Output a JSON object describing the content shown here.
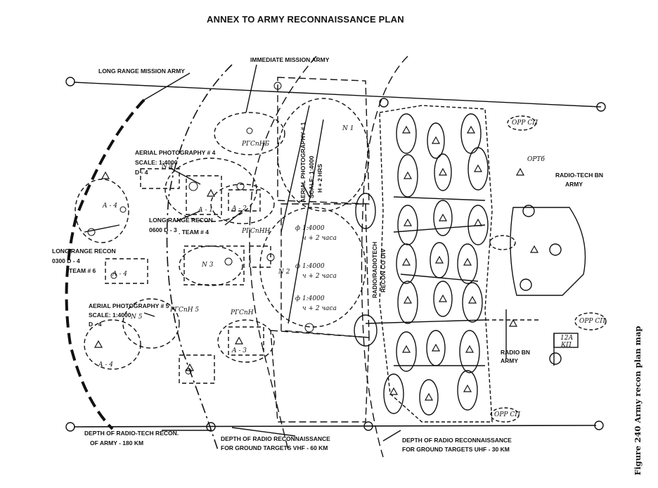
{
  "title": "ANNEX TO ARMY RECONNAISSANCE PLAN",
  "caption": "Figure 240 Army recon plan map",
  "top_labels": {
    "long_range_mission": "LONG RANGE MISSION ARMY",
    "immediate_mission": "IMMEDIATE MISSION ARMY"
  },
  "aerial_4": {
    "line1": "AERIAL PHOTOGRAPHY # 4",
    "line2": "SCALE: 1:4000",
    "line3": "D - 4"
  },
  "aerial_5": {
    "line1": "AERIAL PHOTOGRAPHY # 5",
    "line2": "SCALE: 1:4000",
    "line3": "D - 4"
  },
  "aerial_1": {
    "line1": "AERIAL PHOTOGRAPHY # 1",
    "line2": "SCALE: 1:4000",
    "line3": "H + 2 HRS"
  },
  "recon_team4": {
    "line1": "LONG RANGE RECON",
    "line2": "0600 D - 3",
    "line3": ". TEAM # 4"
  },
  "recon_team6": {
    "line1": "LONG RANGE RECON",
    "line2": "0300 D - 4",
    "line3": "TEAM # 6"
  },
  "radiotech_recon_div": {
    "line1": "RADIO/RADIOTECH",
    "line2": "RECON CO DIV"
  },
  "radiotech_bn": {
    "line1": "RADIO-TECH BN",
    "line2": "ARMY"
  },
  "radio_bn": {
    "line1": "RADIO BN",
    "line2": "ARMY"
  },
  "bottom_labels": {
    "depth_radiotech_1": "DEPTH OF RADIO-TECH RECON.",
    "depth_radiotech_2": "OF ARMY - 180 KM",
    "depth_vhf_1": "DEPTH OF RADIO RECONNAISSANCE",
    "depth_vhf_2": "FOR GROUND TARGETS VHF - 60 KM",
    "depth_uhf_1": "DEPTH OF RADIO RECONNAISSANCE",
    "depth_uhf_2": "FOR GROUND TARGETS UHF - 30 KM"
  },
  "handwritten": {
    "n1": "N 1",
    "n2": "N 2",
    "n3": "N 3",
    "n4": "N 4",
    "n5": "N 5",
    "a1": "A - 1",
    "a2": "A - 2",
    "a3": "A - 3",
    "a4": "A - 4",
    "a4b": "A - 4",
    "a4c": "A - 4",
    "scale1": "ф 1:4000",
    "scale2": "ф 1:4000",
    "scale3": "ф 1:4000",
    "time1": "ч + 2 часа",
    "time2": "ч + 2 часа",
    "time3": "ч + 2 часа",
    "rgsn1": "РГСпНБ",
    "rgsn2": "РГСпНН",
    "rgsn3": "РГСпН 5",
    "rgsn4": "РГСпН",
    "opt_1": "ОРТб",
    "opt_2": "ОРР СП",
    "opt_3": "ОРР СП",
    "opt_4": "ОРР СП",
    "kp": "КП",
    "kp_unit": "12А"
  },
  "colors": {
    "ink": "#111111",
    "paper": "#ffffff"
  }
}
